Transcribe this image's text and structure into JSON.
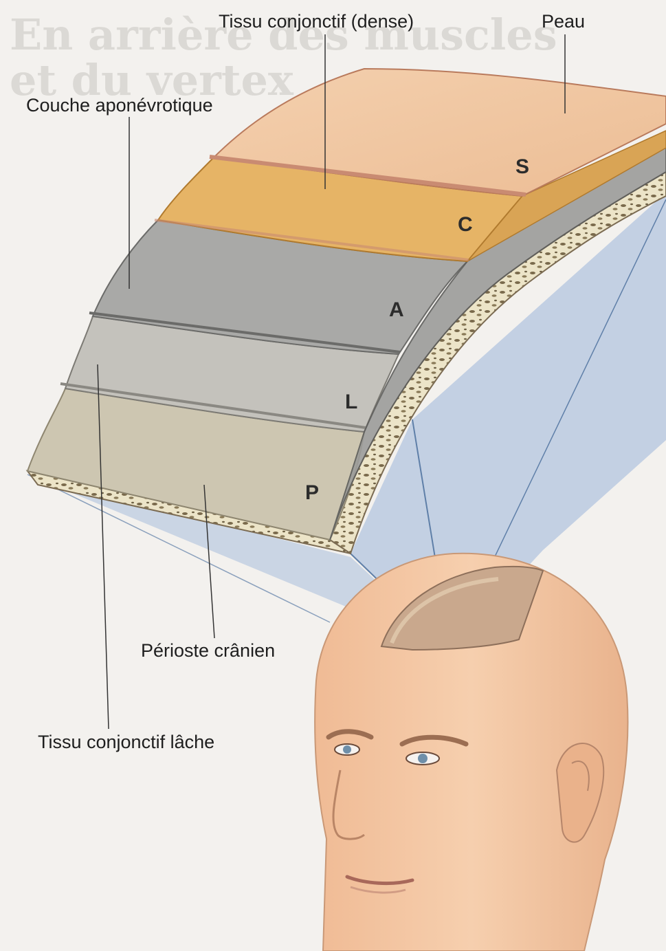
{
  "labels": {
    "tissu_conjonctif_dense": "Tissu conjonctif (dense)",
    "peau": "Peau",
    "couche_aponevrotique": "Couche aponévrotique",
    "perioste_cranien": "Périoste crânien",
    "tissu_conjonctif_lache": "Tissu conjonctif lâche"
  },
  "layer_letters": {
    "S": "S",
    "C": "C",
    "A": "A",
    "L": "L",
    "P": "P"
  },
  "background_text": {
    "heading_line_1": "En arrière des muscles",
    "heading_line_2": "et du vertex"
  },
  "colors": {
    "skin": "#f0c7a0",
    "dense_connective": "#e6b466",
    "aponeurotic": "#a9a9a7",
    "loose_connective": "#c4c2bc",
    "periosteum": "#cdc6b1",
    "bone": "#ece4c8",
    "projection": "#bccbe0",
    "face": "#f2c3a0"
  }
}
